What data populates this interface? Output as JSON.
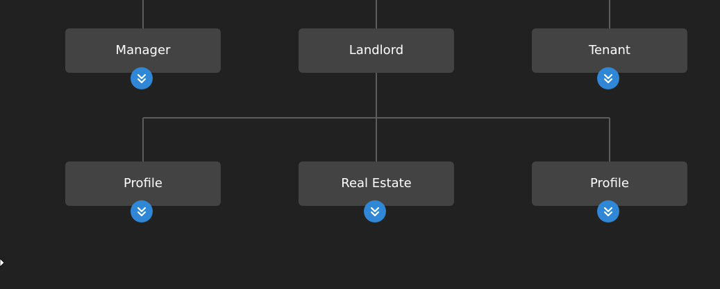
{
  "diagram": {
    "top_row": [
      {
        "id": "manager",
        "label": "Manager",
        "has_expand": true
      },
      {
        "id": "landlord",
        "label": "Landlord",
        "has_expand": false
      },
      {
        "id": "tenant",
        "label": "Tenant",
        "has_expand": true
      }
    ],
    "bottom_row": [
      {
        "id": "profile-left",
        "label": "Profile",
        "has_expand": true
      },
      {
        "id": "real-estate",
        "label": "Real Estate",
        "has_expand": true
      },
      {
        "id": "profile-right",
        "label": "Profile",
        "has_expand": true
      }
    ],
    "expand_icon": "chevron-double-down-icon",
    "colors": {
      "background": "#212121",
      "node": "#434343",
      "node_text": "#ffffff",
      "connector": "#5c5c5c",
      "expand_button": "#2f87d6"
    }
  }
}
